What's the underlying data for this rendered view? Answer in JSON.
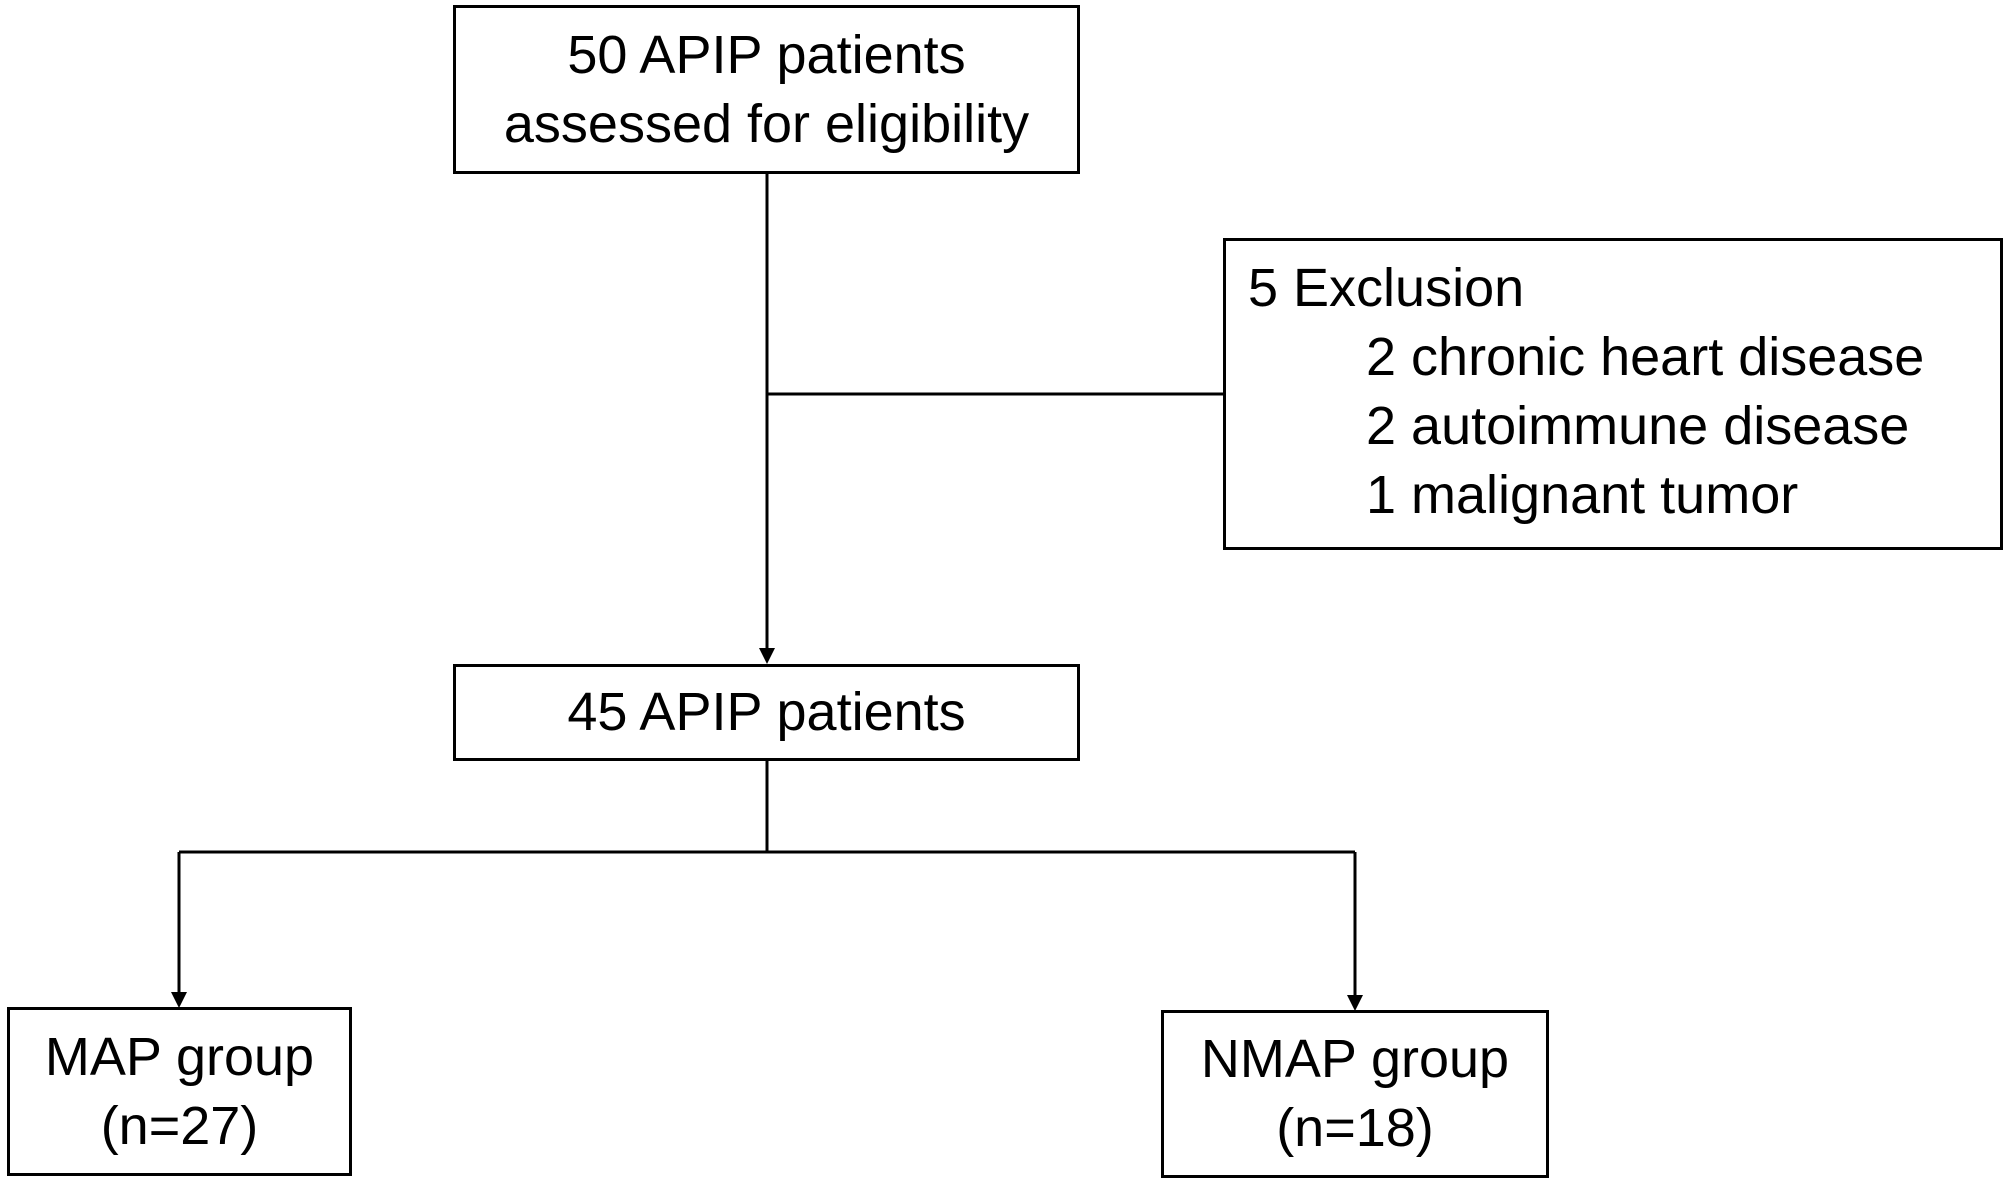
{
  "flowchart": {
    "assessed": {
      "line1": "50 APIP patients",
      "line2": "assessed for eligibility"
    },
    "exclusion": {
      "title": "5 Exclusion",
      "reasons": [
        "2 chronic heart disease",
        "2 autoimmune disease",
        "1 malignant tumor"
      ]
    },
    "included": {
      "label": "45 APIP patients"
    },
    "map_group": {
      "line1": "MAP group",
      "line2": "(n=27)"
    },
    "nmap_group": {
      "line1": "NMAP group",
      "line2": "(n=18)"
    }
  }
}
